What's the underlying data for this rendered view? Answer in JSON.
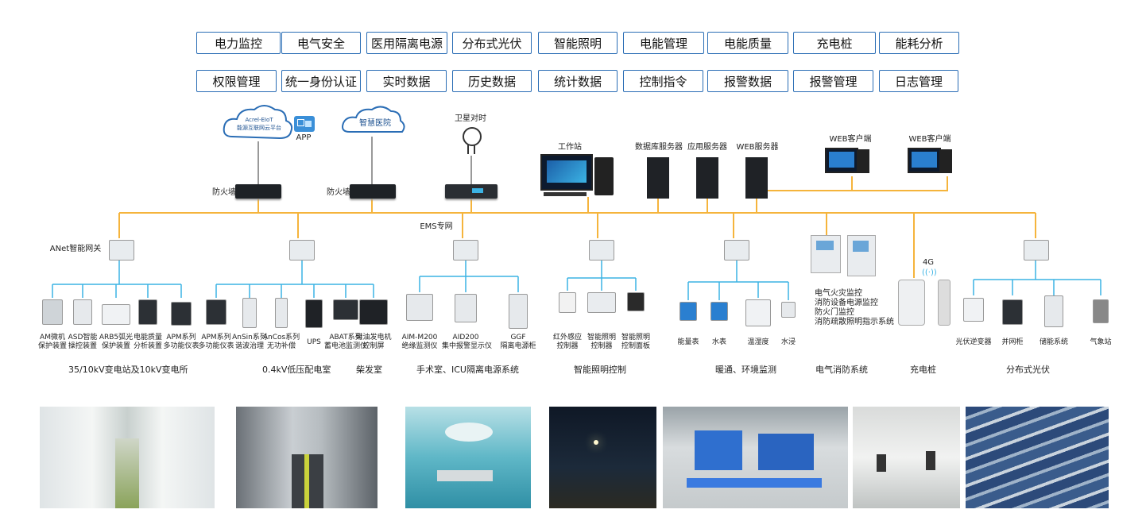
{
  "modules_row1": [
    "电力监控",
    "电气安全",
    "医用隔离电源",
    "分布式光伏",
    "智能照明",
    "电能管理",
    "电能质量",
    "充电桩",
    "能耗分析"
  ],
  "modules_row2": [
    "权限管理",
    "统一身份认证",
    "实时数据",
    "历史数据",
    "统计数据",
    "控制指令",
    "报警数据",
    "报警管理",
    "日志管理"
  ],
  "top": {
    "cloud1": {
      "line1": "Acrel-EIoT",
      "line2": "能源互联网云平台"
    },
    "cloud2": "智慧医院",
    "app": "APP",
    "satellite": "卫星对时",
    "firewall": "防火墙",
    "workstation": "工作站",
    "db_server": "数据库服务器",
    "app_server": "应用服务器",
    "web_server": "WEB服务器",
    "web_client": "WEB客户端",
    "ems_net": "EMS专网",
    "gateway": "ANet智能网关",
    "fourg": "4G"
  },
  "devices": [
    {
      "l1": "AM微机",
      "l2": "保护装置"
    },
    {
      "l1": "ASD智能",
      "l2": "操控装置"
    },
    {
      "l1": "ARB5弧光",
      "l2": "保护装置"
    },
    {
      "l1": "电能质量",
      "l2": "分析装置"
    },
    {
      "l1": "APM系列",
      "l2": "多功能仪表"
    },
    {
      "l1": "APM系列",
      "l2": "多功能仪表"
    },
    {
      "l1": "AnSin系列",
      "l2": "谐波治理"
    },
    {
      "l1": "AnCos系列",
      "l2": "无功补偿"
    },
    {
      "l1": "UPS",
      "l2": ""
    },
    {
      "l1": "ABAT系列",
      "l2": "蓄电池监测仪"
    },
    {
      "l1": "柴油发电机",
      "l2": "控制屏"
    },
    {
      "l1": "AIM-M200",
      "l2": "绝缘监测仪"
    },
    {
      "l1": "AID200",
      "l2": "集中报警显示仪"
    },
    {
      "l1": "GGF",
      "l2": "隔离电源柜"
    },
    {
      "l1": "红外感应",
      "l2": "控制器"
    },
    {
      "l1": "智能照明",
      "l2": "控制器"
    },
    {
      "l1": "智能照明",
      "l2": "控制面板"
    },
    {
      "l1": "能量表",
      "l2": ""
    },
    {
      "l1": "水表",
      "l2": ""
    },
    {
      "l1": "温湿度",
      "l2": ""
    },
    {
      "l1": "水浸",
      "l2": ""
    },
    {
      "l1": "光伏逆变器",
      "l2": ""
    },
    {
      "l1": "并网柜",
      "l2": ""
    },
    {
      "l1": "储能系统",
      "l2": ""
    },
    {
      "l1": "气象站",
      "l2": ""
    }
  ],
  "fire_text": [
    "电气火灾监控",
    "消防设备电源监控",
    "防火门监控",
    "消防疏散照明指示系统"
  ],
  "systems": [
    "35/10kV变电站及10kV变电所",
    "0.4kV低压配电室",
    "柴发室",
    "手术室、ICU隔离电源系统",
    "智能照明控制",
    "暖通、环境监测",
    "电气消防系统",
    "充电桩",
    "分布式光伏"
  ],
  "colors": {
    "accent": "#2a6db5",
    "bus": "#f5b43c",
    "branch": "#3bb3e4"
  }
}
